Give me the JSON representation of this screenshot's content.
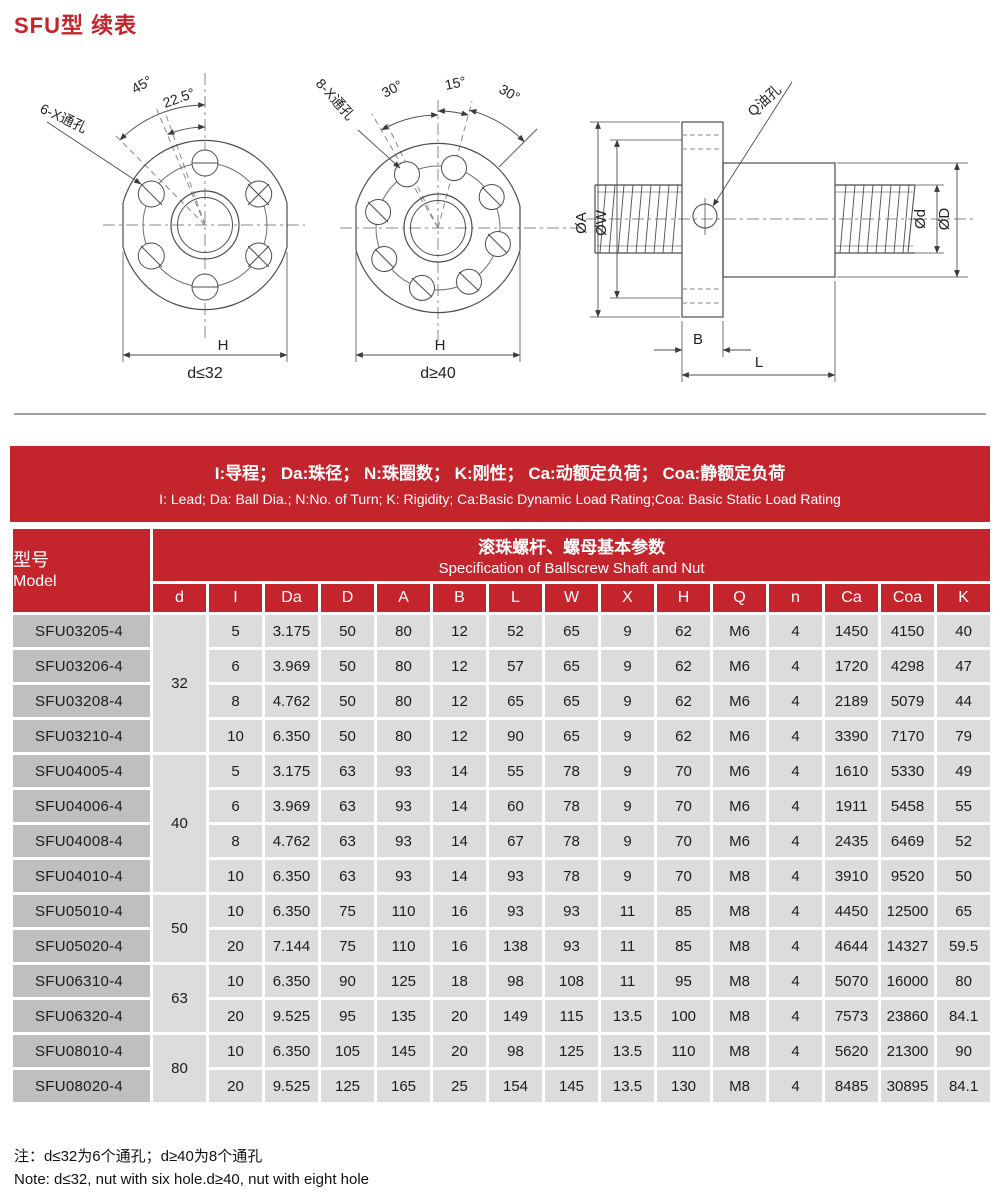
{
  "page": {
    "title": "SFU型 续表"
  },
  "colors": {
    "accent_red": "#c4252c",
    "model_cell_bg": "#bfbfbf",
    "data_cell_bg": "#dcdcdc",
    "drawing_line": "#4d4d4d",
    "divider_gray": "#a0a0a0"
  },
  "diagrams": {
    "front6": {
      "holes_label": "6-X通孔",
      "angle1": "45°",
      "angle2": "22.5°",
      "width_label": "H",
      "condition": "d≤32"
    },
    "front8": {
      "holes_label": "8-X通孔",
      "angle1": "30°",
      "angle2": "15°",
      "angle3": "30°",
      "width_label": "H",
      "condition": "d≥40"
    },
    "side": {
      "oil_label": "Q油孔",
      "dia_a": "ØA",
      "dia_w": "ØW",
      "dia_d_small": "Ød",
      "dia_d_big": "ØD",
      "flange_width": "B",
      "length": "L"
    }
  },
  "legend": {
    "cn": "I:导程； Da:珠径； N:珠圈数； K:刚性； Ca:动额定负荷； Coa:静额定负荷",
    "en": "I: Lead; Da: Ball Dia.; N:No. of Turn; K: Rigidity; Ca:Basic Dynamic Load Rating;Coa: Basic Static Load Rating"
  },
  "table": {
    "model_header_cn": "型号",
    "model_header_en": "Model",
    "spec_header_cn": "滚珠螺杆、螺母基本参数",
    "spec_header_en": "Specification of Ballscrew Shaft and Nut",
    "columns": [
      "d",
      "I",
      "Da",
      "D",
      "A",
      "B",
      "L",
      "W",
      "X",
      "H",
      "Q",
      "n",
      "Ca",
      "Coa",
      "K"
    ],
    "groups": [
      {
        "d": "32",
        "rows": [
          {
            "model": "SFU03205-4",
            "values": [
              "5",
              "3.175",
              "50",
              "80",
              "12",
              "52",
              "65",
              "9",
              "62",
              "M6",
              "4",
              "1450",
              "4150",
              "40"
            ]
          },
          {
            "model": "SFU03206-4",
            "values": [
              "6",
              "3.969",
              "50",
              "80",
              "12",
              "57",
              "65",
              "9",
              "62",
              "M6",
              "4",
              "1720",
              "4298",
              "47"
            ]
          },
          {
            "model": "SFU03208-4",
            "values": [
              "8",
              "4.762",
              "50",
              "80",
              "12",
              "65",
              "65",
              "9",
              "62",
              "M6",
              "4",
              "2189",
              "5079",
              "44"
            ]
          },
          {
            "model": "SFU03210-4",
            "values": [
              "10",
              "6.350",
              "50",
              "80",
              "12",
              "90",
              "65",
              "9",
              "62",
              "M6",
              "4",
              "3390",
              "7170",
              "79"
            ]
          }
        ]
      },
      {
        "d": "40",
        "rows": [
          {
            "model": "SFU04005-4",
            "values": [
              "5",
              "3.175",
              "63",
              "93",
              "14",
              "55",
              "78",
              "9",
              "70",
              "M6",
              "4",
              "1610",
              "5330",
              "49"
            ]
          },
          {
            "model": "SFU04006-4",
            "values": [
              "6",
              "3.969",
              "63",
              "93",
              "14",
              "60",
              "78",
              "9",
              "70",
              "M6",
              "4",
              "1911",
              "5458",
              "55"
            ]
          },
          {
            "model": "SFU04008-4",
            "values": [
              "8",
              "4.762",
              "63",
              "93",
              "14",
              "67",
              "78",
              "9",
              "70",
              "M6",
              "4",
              "2435",
              "6469",
              "52"
            ]
          },
          {
            "model": "SFU04010-4",
            "values": [
              "10",
              "6.350",
              "63",
              "93",
              "14",
              "93",
              "78",
              "9",
              "70",
              "M8",
              "4",
              "3910",
              "9520",
              "50"
            ]
          }
        ]
      },
      {
        "d": "50",
        "rows": [
          {
            "model": "SFU05010-4",
            "values": [
              "10",
              "6.350",
              "75",
              "110",
              "16",
              "93",
              "93",
              "11",
              "85",
              "M8",
              "4",
              "4450",
              "12500",
              "65"
            ]
          },
          {
            "model": "SFU05020-4",
            "values": [
              "20",
              "7.144",
              "75",
              "110",
              "16",
              "138",
              "93",
              "11",
              "85",
              "M8",
              "4",
              "4644",
              "14327",
              "59.5"
            ]
          }
        ]
      },
      {
        "d": "63",
        "rows": [
          {
            "model": "SFU06310-4",
            "values": [
              "10",
              "6.350",
              "90",
              "125",
              "18",
              "98",
              "108",
              "11",
              "95",
              "M8",
              "4",
              "5070",
              "16000",
              "80"
            ]
          },
          {
            "model": "SFU06320-4",
            "values": [
              "20",
              "9.525",
              "95",
              "135",
              "20",
              "149",
              "115",
              "13.5",
              "100",
              "M8",
              "4",
              "7573",
              "23860",
              "84.1"
            ]
          }
        ]
      },
      {
        "d": "80",
        "rows": [
          {
            "model": "SFU08010-4",
            "values": [
              "10",
              "6.350",
              "105",
              "145",
              "20",
              "98",
              "125",
              "13.5",
              "110",
              "M8",
              "4",
              "5620",
              "21300",
              "90"
            ]
          },
          {
            "model": "SFU08020-4",
            "values": [
              "20",
              "9.525",
              "125",
              "165",
              "25",
              "154",
              "145",
              "13.5",
              "130",
              "M8",
              "4",
              "8485",
              "30895",
              "84.1"
            ]
          }
        ]
      }
    ]
  },
  "notes": {
    "cn": "注：d≤32为6个通孔；d≥40为8个通孔",
    "en": "Note: d≤32, nut with six hole.d≥40, nut with eight hole"
  }
}
